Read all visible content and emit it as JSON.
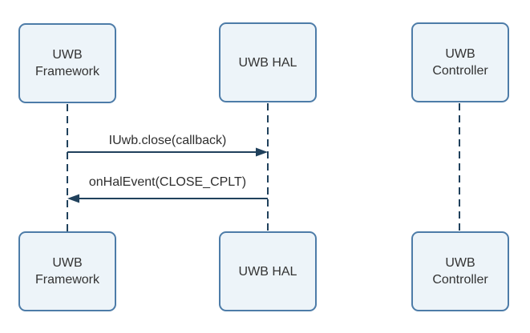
{
  "diagram": {
    "kind": "sequence-diagram",
    "colors": {
      "background": "#ffffff",
      "actor_fill": "#edf4f9",
      "actor_border": "#4d7ca8",
      "line": "#20415c",
      "text": "#333333"
    },
    "actors_top": [
      {
        "label": "UWB\nFramework"
      },
      {
        "label": "UWB HAL"
      },
      {
        "label": "UWB\nController"
      }
    ],
    "actors_bottom": [
      {
        "label": "UWB\nFramework"
      },
      {
        "label": "UWB HAL"
      },
      {
        "label": "UWB\nController"
      }
    ],
    "messages": [
      {
        "label": "IUwb.close(callback)",
        "from": "UWB Framework",
        "to": "UWB HAL",
        "direction": "right"
      },
      {
        "label": "onHalEvent(CLOSE_CPLT)",
        "from": "UWB HAL",
        "to": "UWB Framework",
        "direction": "left"
      }
    ]
  }
}
